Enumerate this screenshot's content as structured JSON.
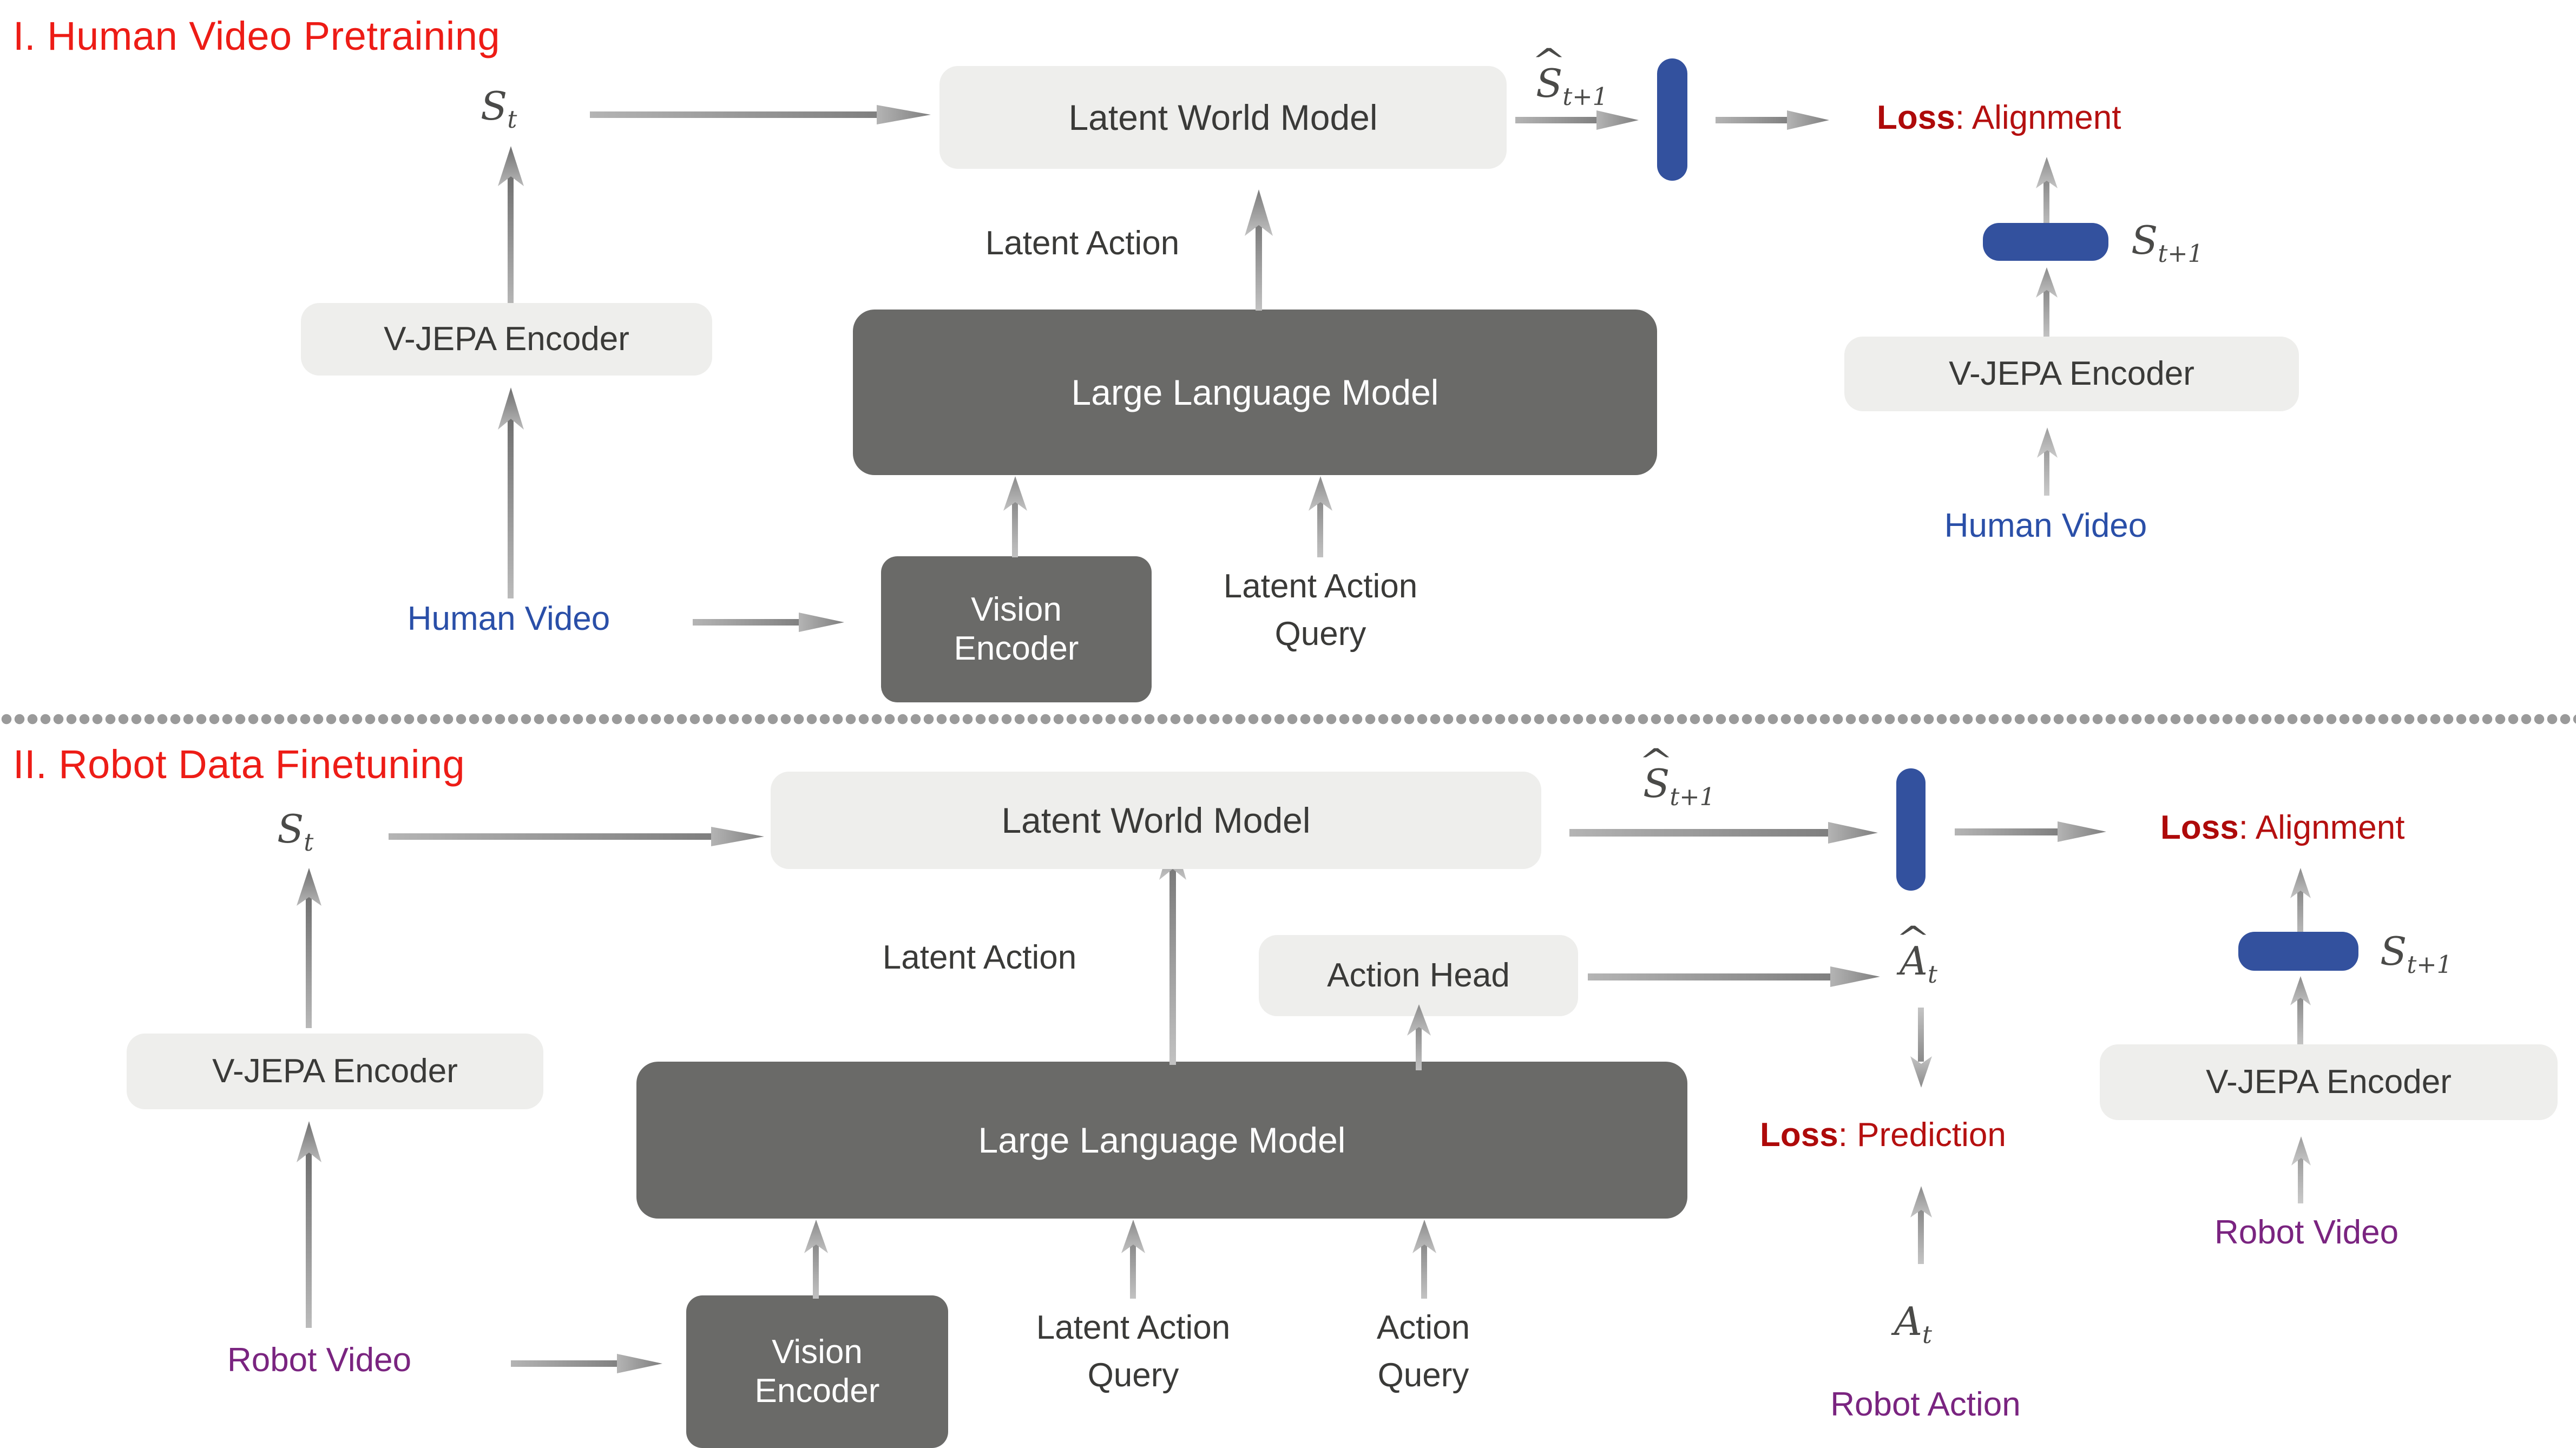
{
  "figure": {
    "title": "Two-stage training pipeline: human video pretraining and robot data finetuning",
    "colors": {
      "section_heading_red": "#ED1C16",
      "loss_red": "#AE0A0A",
      "human_video_blue": "#2A4FA8",
      "robot_purple": "#7A2480",
      "latent_token_blue": "#33519E",
      "light_box": "#EEEEEC",
      "dark_box": "#6A6A68",
      "arrow_gray": "#9A9A9A",
      "text_gray": "#3A3A38"
    }
  },
  "sections": [
    {
      "id": "pretraining",
      "heading": "I. Human Video Pretraining",
      "nodes": {
        "state_in": "S",
        "state_in_sub": "t",
        "vjepa_encoder_left": "V-JEPA Encoder",
        "source_video_left": "Human Video",
        "latent_world_model": "Latent World Model",
        "latent_action": "Latent Action",
        "large_language_model": "Large Language Model",
        "vision_encoder": "Vision\nEncoder",
        "latent_action_query": "Latent Action\nQuery",
        "pred_state": "S",
        "pred_state_sub": "t+1",
        "loss_bold": "Loss",
        "loss_rest": ": Alignment",
        "target_state": "S",
        "target_state_sub": "t+1",
        "vjepa_encoder_right": "V-JEPA Encoder",
        "source_video_right": "Human Video"
      }
    },
    {
      "id": "finetuning",
      "heading": "II. Robot Data Finetuning",
      "nodes": {
        "state_in": "S",
        "state_in_sub": "t",
        "vjepa_encoder_left": "V-JEPA Encoder",
        "source_video_left": "Robot Video",
        "latent_world_model": "Latent World Model",
        "latent_action": "Latent Action",
        "action_head": "Action Head",
        "large_language_model": "Large Language Model",
        "vision_encoder": "Vision\nEncoder",
        "latent_action_query": "Latent Action\nQuery",
        "action_query": "Action\nQuery",
        "pred_state": "S",
        "pred_state_sub": "t+1",
        "pred_action": "A",
        "pred_action_sub": "t",
        "loss_pred_bold": "Loss",
        "loss_pred_rest": ": Prediction",
        "gt_action": "A",
        "gt_action_sub": "t",
        "gt_action_label": "Robot Action",
        "loss_align_bold": "Loss",
        "loss_align_rest": ": Alignment",
        "target_state": "S",
        "target_state_sub": "t+1",
        "vjepa_encoder_right": "V-JEPA Encoder",
        "source_video_right": "Robot Video"
      }
    }
  ]
}
